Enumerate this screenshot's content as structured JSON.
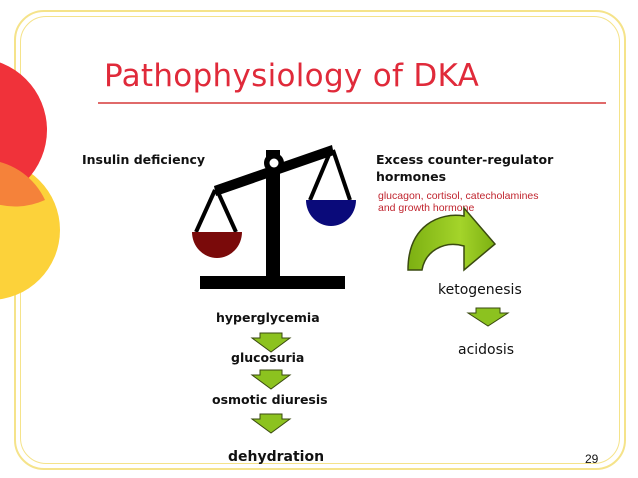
{
  "title": "Pathophysiology of DKA",
  "left_label": "Insulin deficiency",
  "right_label_line1": "Excess counter-regulator",
  "right_label_line2": "hormones",
  "hormones_line1": "glucagon, cortisol, catecholamines",
  "hormones_line2": "and growth hormone",
  "left_chain": [
    "hyperglycemia",
    "glucosuria",
    "osmotic diuresis",
    "dehydration"
  ],
  "right_chain": [
    "ketogenesis",
    "acidosis"
  ],
  "page_number": "29",
  "colors": {
    "title": "#e02a3a",
    "arrow_green": "#8cc21f",
    "pan_left": "#7a0a0a",
    "pan_right": "#0a0a7a",
    "hormones_text": "#c0252f"
  }
}
